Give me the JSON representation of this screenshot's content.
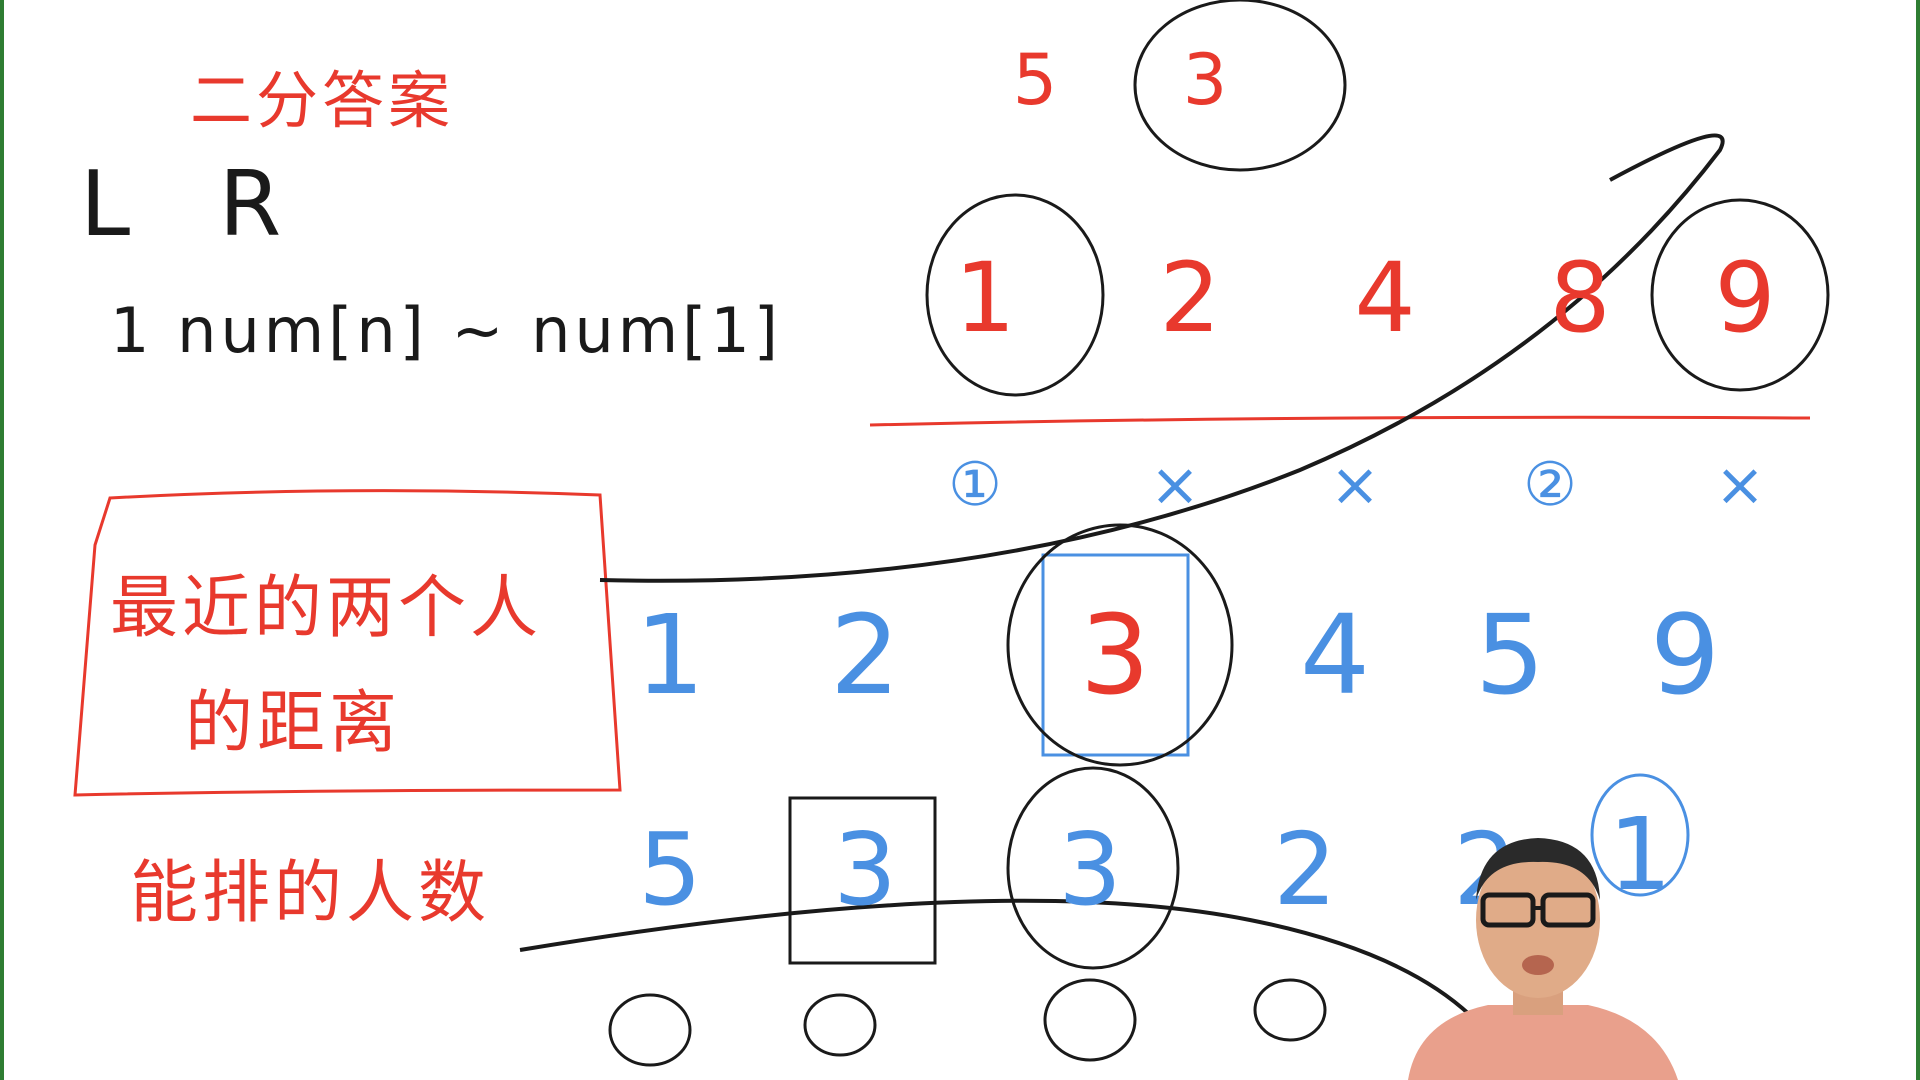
{
  "board": {
    "title": "二分答案",
    "pointers": "L R",
    "range_expr": "1  num[n] ~ num[1]",
    "box_text_line1": "最近的两个人",
    "box_text_line2": "的距离",
    "bottom_label": "能排的人数",
    "top_numbers": [
      "5",
      "3"
    ],
    "row1_values": [
      "1",
      "2",
      "4",
      "8",
      "9"
    ],
    "row1_marks": [
      "①",
      "×",
      "×",
      "②",
      "×"
    ],
    "row2_values": [
      "1",
      "2",
      "3",
      "4",
      "5",
      "9"
    ],
    "row3_values": [
      "5",
      "3",
      "3",
      "2",
      "2",
      "1"
    ]
  },
  "colors": {
    "red_ink": "#e8392d",
    "blue_ink": "#4a90e2",
    "black_ink": "#1a1a1a",
    "frame_green": "#2e7d32"
  },
  "presenter": {
    "icon": "presenter-webcam-icon"
  }
}
